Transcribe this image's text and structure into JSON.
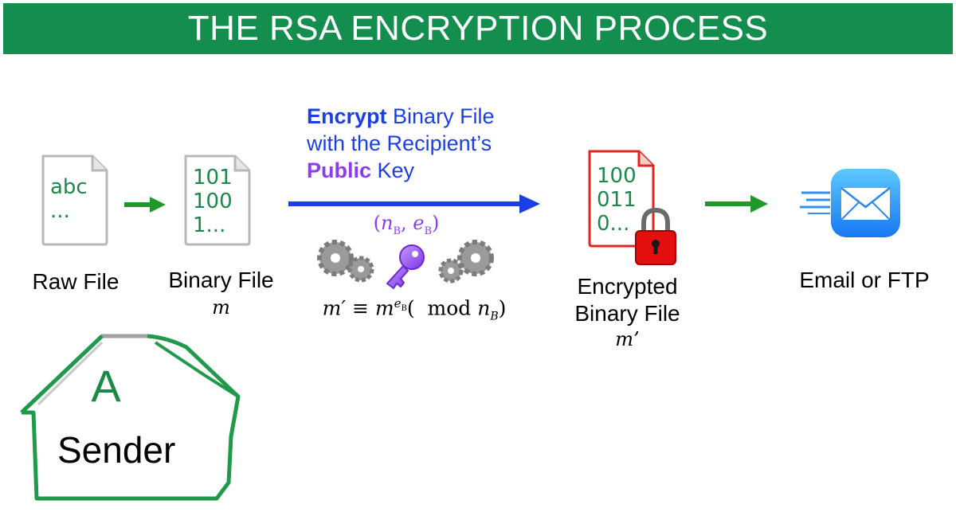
{
  "title": "THE RSA ENCRYPTION PROCESS",
  "raw_file": {
    "lines": [
      "abc",
      "..."
    ],
    "label": "Raw File"
  },
  "binary_file": {
    "lines": [
      "101",
      "100",
      "1..."
    ],
    "label": "Binary File",
    "symbol": "m"
  },
  "encrypt": {
    "line1_bold": "Encrypt",
    "line1_rest": " Binary File",
    "line2": "with the Recipient’s",
    "line3_bold": "Public",
    "line3_rest": " Key",
    "key_pair": {
      "n": "n",
      "n_sub": "B",
      "sep": ", ",
      "e": "e",
      "e_sub": "B"
    },
    "formula": {
      "lhs": "m′ ≡ m",
      "exp": "e",
      "exp_sub": "B",
      "paren": "(",
      "mod": "mod",
      "n": "n",
      "n_sub": "B",
      "close": ")"
    }
  },
  "encrypted_file": {
    "lines": [
      "100",
      "011",
      "0..."
    ],
    "label_line1": "Encrypted",
    "label_line2": "Binary File",
    "symbol": "m’"
  },
  "transfer": {
    "label": "Email or FTP"
  },
  "sender": {
    "letter": "A",
    "label": "Sender"
  },
  "colors": {
    "banner": "#138e4e",
    "green_arrow": "#1f9a2a",
    "blue_arrow": "#1a3fe6",
    "purple": "#8a3df0",
    "red_doc": "#e0261e",
    "doc_text": "#1a8a4a"
  },
  "icons": [
    "document-icon",
    "gears-icon",
    "key-icon",
    "padlock-icon",
    "mail-app-icon",
    "house-outline-icon"
  ]
}
